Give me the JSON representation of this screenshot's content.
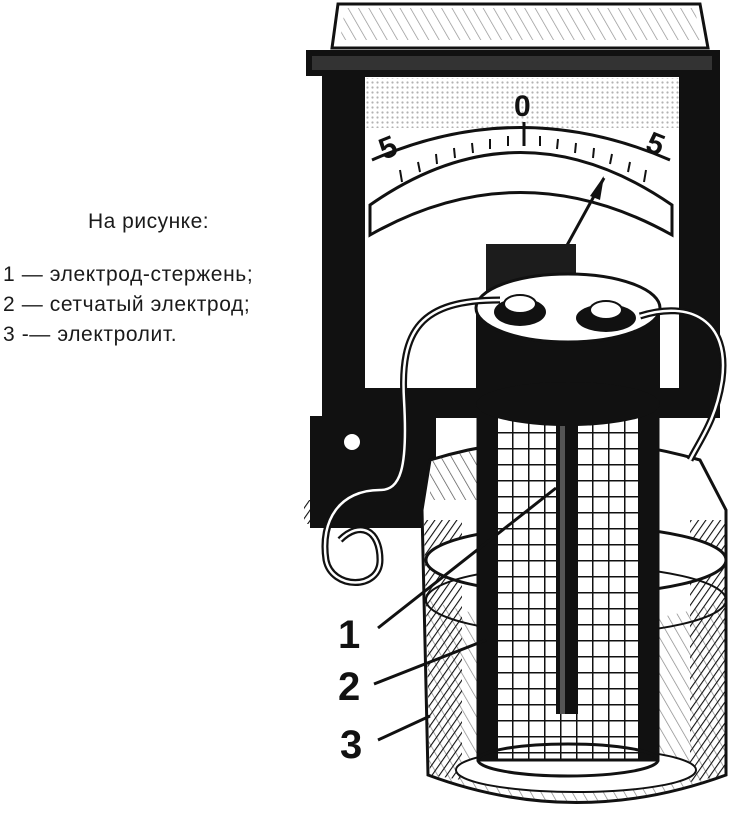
{
  "caption": {
    "title": "На рисунке:",
    "lines": [
      "1 — электрод-стержень;",
      "2 — сетчатый электрод;",
      "3 -— электролит."
    ]
  },
  "meter": {
    "scale_labels": [
      "5",
      "0",
      "5"
    ]
  },
  "callouts": [
    "1",
    "2",
    "3"
  ],
  "colors": {
    "ink": "#111111",
    "paper": "#ffffff",
    "shade": "#3a3a3a"
  }
}
